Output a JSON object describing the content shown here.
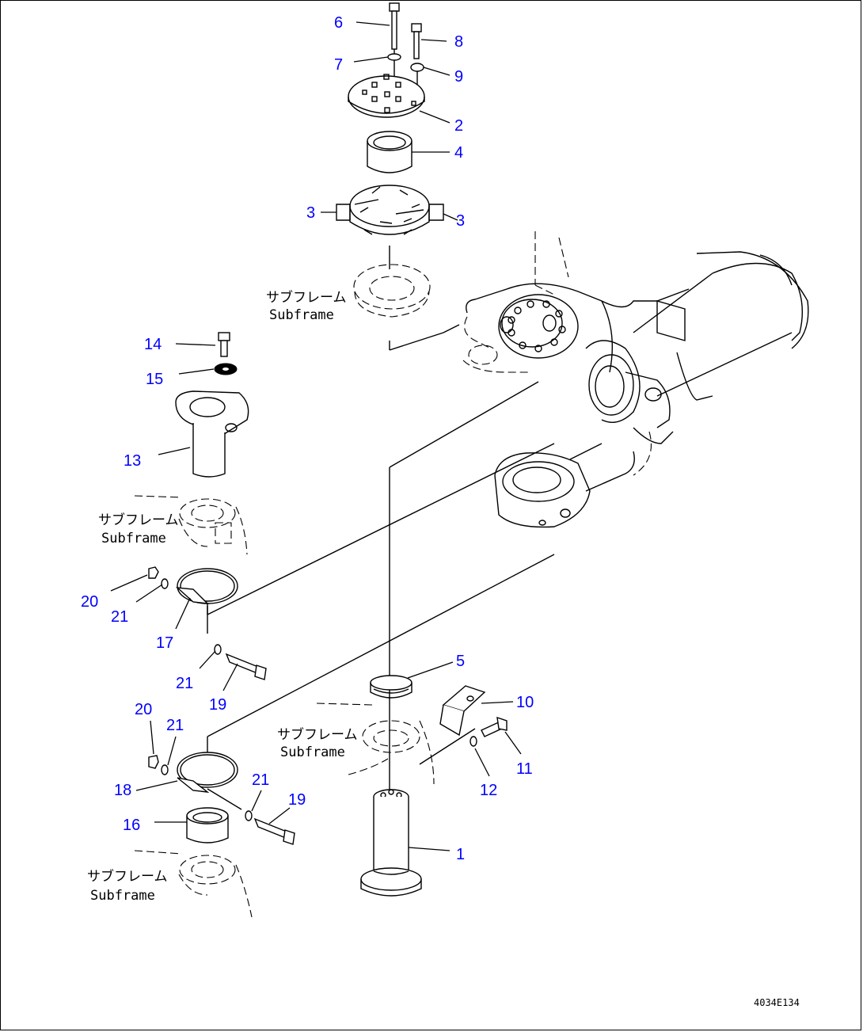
{
  "colors": {
    "part_number": "#0000ff",
    "linework": "#000000",
    "background": "#ffffff"
  },
  "parts": [
    {
      "id": "p6",
      "number": "6"
    },
    {
      "id": "p7",
      "number": "7"
    },
    {
      "id": "p8",
      "number": "8"
    },
    {
      "id": "p9",
      "number": "9"
    },
    {
      "id": "p2",
      "number": "2"
    },
    {
      "id": "p4",
      "number": "4"
    },
    {
      "id": "p3a",
      "number": "3"
    },
    {
      "id": "p3b",
      "number": "3"
    },
    {
      "id": "p14",
      "number": "14"
    },
    {
      "id": "p15",
      "number": "15"
    },
    {
      "id": "p13",
      "number": "13"
    },
    {
      "id": "p20a",
      "number": "20"
    },
    {
      "id": "p21a",
      "number": "21"
    },
    {
      "id": "p17",
      "number": "17"
    },
    {
      "id": "p21b",
      "number": "21"
    },
    {
      "id": "p19a",
      "number": "19"
    },
    {
      "id": "p5",
      "number": "5"
    },
    {
      "id": "p10",
      "number": "10"
    },
    {
      "id": "p11",
      "number": "11"
    },
    {
      "id": "p12",
      "number": "12"
    },
    {
      "id": "p20b",
      "number": "20"
    },
    {
      "id": "p21c",
      "number": "21"
    },
    {
      "id": "p18",
      "number": "18"
    },
    {
      "id": "p21d",
      "number": "21"
    },
    {
      "id": "p19b",
      "number": "19"
    },
    {
      "id": "p16",
      "number": "16"
    },
    {
      "id": "p1",
      "number": "1"
    }
  ],
  "subframe_labels": [
    {
      "jp": "サブフレーム",
      "en": "Subframe"
    },
    {
      "jp": "サブフレーム",
      "en": "Subframe"
    },
    {
      "jp": "サブフレーム",
      "en": "Subframe"
    },
    {
      "jp": "サブフレーム",
      "en": "Subframe"
    }
  ],
  "drawing_id": "4034E134"
}
